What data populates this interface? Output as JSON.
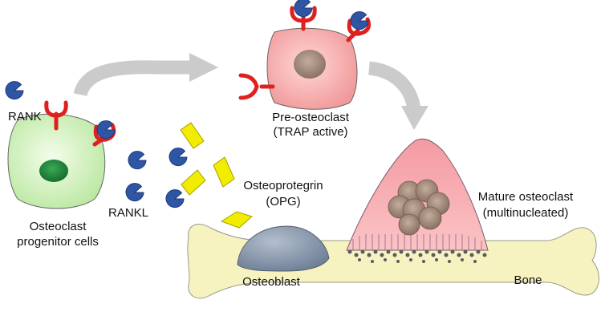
{
  "labels": {
    "rank": "RANK",
    "rankl": "RANKL",
    "progenitor_line1": "Osteoclast",
    "progenitor_line2": "progenitor cells",
    "preosteoclast_line1": "Pre-osteoclast",
    "preosteoclast_line2": "(TRAP active)",
    "opg_line1": "Osteoprotegrin",
    "opg_line2": "(OPG)",
    "mature_line1": "Mature osteoclast",
    "mature_line2": "(multinucleated)",
    "osteoblast": "Osteoblast",
    "bone": "Bone"
  },
  "icons": {
    "receptor": "rank-receptor-icon",
    "ligand": "rankl-pacman-icon",
    "opg": "opg-decoy-icon"
  },
  "colors": {
    "progenitor_fill": "#d4f2c2",
    "progenitor_nucleus": "#1f8a3a",
    "preosteoclast_fill": "#f9b4b4",
    "preosteoclast_nucleus": "#9b8476",
    "mature_fill": "#f7a6ad",
    "mature_nuclei": "#a89080",
    "bone_fill": "#f7f3c0",
    "osteoblast_fill": "#8796ab",
    "receptor": "#e0201e",
    "ligand": "#2f55a5",
    "opg": "#f2ec00",
    "arrow": "#c9c9c9"
  }
}
